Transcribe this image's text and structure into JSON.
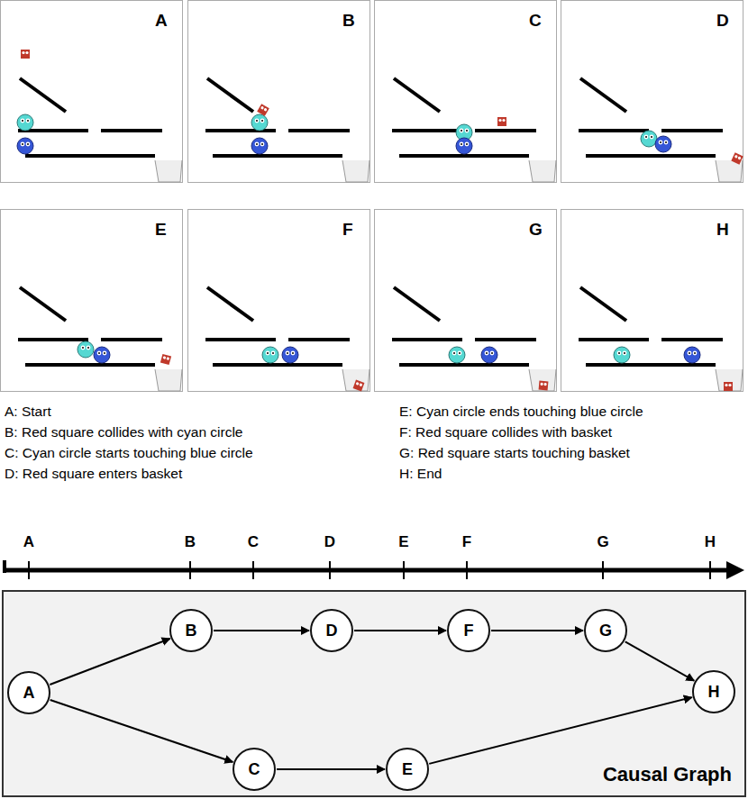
{
  "diagram": {
    "nodes": [
      {
        "text": [
          "Causal Graph"
        ]
      },
      {
        "text": [
          "A"
        ],
        "in": 0
      },
      {
        "text": [
          "B"
        ],
        "in": 0
      },
      {
        "text": [
          "C"
        ],
        "in": 0
      },
      {
        "text": [
          "D"
        ],
        "in": 0
      },
      {
        "text": [
          "E"
        ],
        "in": 0
      },
      {
        "text": [
          "F"
        ],
        "in": 0
      },
      {
        "text": [
          "G"
        ],
        "in": 0
      },
      {
        "text": [
          "H"
        ],
        "in": 0
      }
    ],
    "edges": [
      {
        "from": 1,
        "to": 2,
        "arrow": "to"
      },
      {
        "from": 1,
        "to": 3,
        "arrow": "to"
      },
      {
        "from": 2,
        "to": 4,
        "arrow": "to"
      },
      {
        "from": 4,
        "to": 6,
        "arrow": "to"
      },
      {
        "from": 6,
        "to": 7,
        "arrow": "to"
      },
      {
        "from": 7,
        "to": 8,
        "arrow": "to"
      },
      {
        "from": 3,
        "to": 5,
        "arrow": "to"
      },
      {
        "from": 5,
        "to": 8,
        "arrow": "to"
      }
    ],
    "labels": [
      "A",
      "B",
      "C",
      "D",
      "E",
      "F",
      "G",
      "H",
      "A: Start",
      "B: Red square collides with cyan circle",
      "C: Cyan circle starts touching blue circle",
      "D: Red square enters basket",
      "E: Cyan circle ends touching blue circle",
      "F: Red square collides with basket",
      "G: Red square starts touching basket",
      "H: End",
      "A",
      "B",
      "C",
      "D",
      "E",
      "F",
      "G",
      "H"
    ]
  }
}
